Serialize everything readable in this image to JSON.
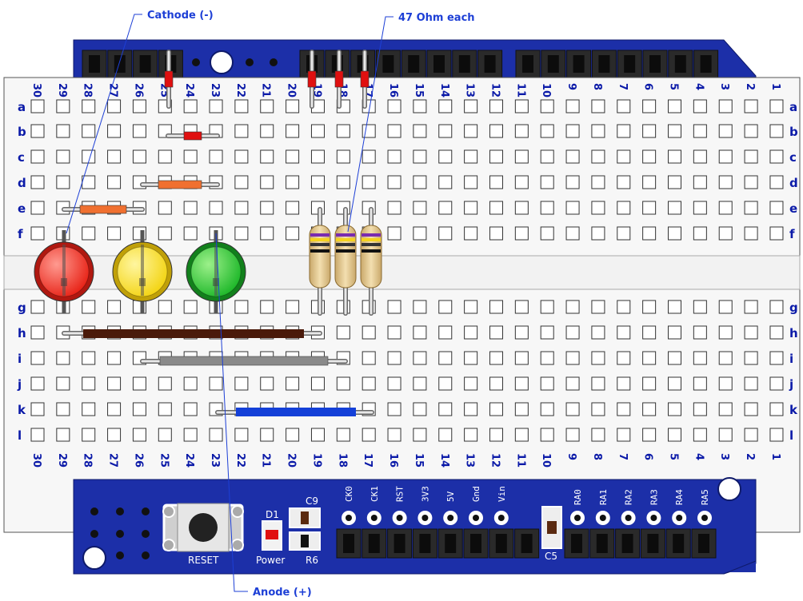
{
  "annotations": {
    "cathode": "Cathode (-)",
    "resistors": "47 Ohm each",
    "anode": "Anode (+)"
  },
  "breadboard": {
    "columns": [
      "30",
      "29",
      "28",
      "27",
      "26",
      "25",
      "24",
      "23",
      "22",
      "21",
      "20",
      "19",
      "18",
      "17",
      "16",
      "15",
      "14",
      "13",
      "12",
      "11",
      "10",
      "9",
      "8",
      "7",
      "6",
      "5",
      "4",
      "3",
      "2",
      "1"
    ],
    "rows_top": [
      "a",
      "b",
      "c",
      "d",
      "e",
      "f"
    ],
    "rows_bottom": [
      "g",
      "h",
      "i",
      "j",
      "k",
      "l"
    ]
  },
  "shield": {
    "header_pins": [
      "CK0",
      "CK1",
      "RST",
      "3V3",
      "5V",
      "Gnd",
      "Vin"
    ],
    "analog_pins": [
      "RA0",
      "RA1",
      "RA2",
      "RA3",
      "RA4",
      "RA5"
    ],
    "labels": {
      "d1": "D1",
      "c9": "C9",
      "r6": "R6",
      "c5": "C5",
      "power": "Power",
      "reset": "RESET"
    }
  },
  "components": {
    "leds": [
      {
        "color": "red",
        "fill": "#ff3b30"
      },
      {
        "color": "yellow",
        "fill": "#ffe632"
      },
      {
        "color": "green",
        "fill": "#2ecc40"
      }
    ],
    "wires": [
      {
        "name": "brown-wire",
        "color": "#4a1a0a"
      },
      {
        "name": "gray-wire",
        "color": "#8a8a8a"
      },
      {
        "name": "blue-wire",
        "color": "#1440d8"
      },
      {
        "name": "red-jumper",
        "color": "#e01010"
      },
      {
        "name": "orange-jumper",
        "color": "#f07030"
      }
    ]
  },
  "colors": {
    "pcb": "#1c2fa8",
    "board": "#f7f7f7",
    "label_blue": "#0b1aa8"
  }
}
